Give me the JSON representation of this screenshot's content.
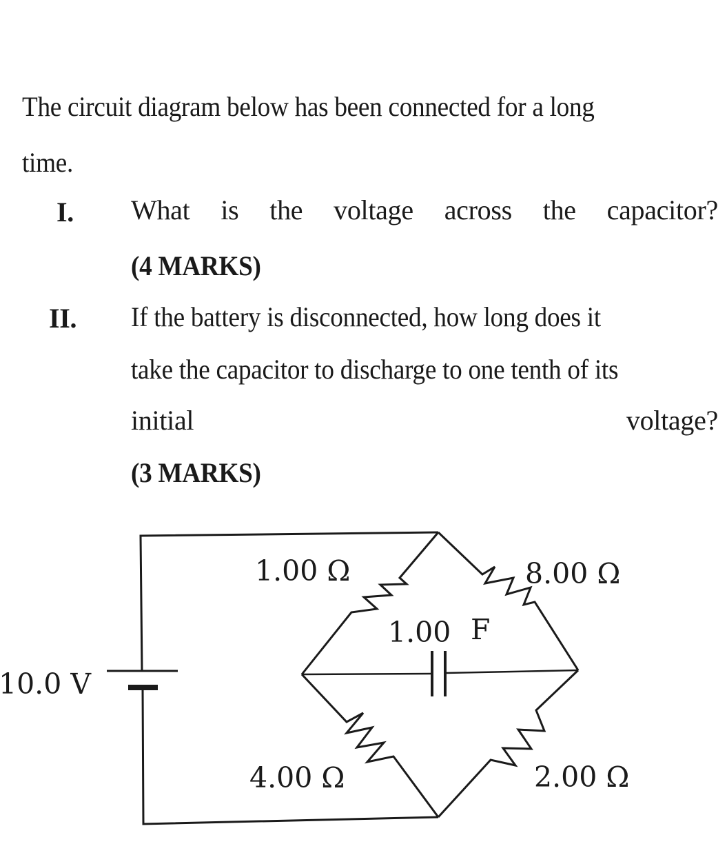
{
  "intro": {
    "line1": "The circuit diagram below has been connected for a long",
    "line2": "time."
  },
  "questions": [
    {
      "numeral": "I.",
      "text_words": [
        "What",
        "is",
        "the",
        "voltage",
        "across",
        "the",
        "capacitor?"
      ],
      "marks": "(4 MARKS)"
    },
    {
      "numeral": "II.",
      "line1": "If the battery is disconnected, how long does it",
      "line2": "take the capacitor to discharge to one tenth of its",
      "line3_left": "initial",
      "line3_right": "voltage?",
      "marks": "(3 MARKS)"
    }
  ],
  "circuit": {
    "battery_label": "10.0 V",
    "resistors": {
      "top_left": "1.00 Ω",
      "top_right": "8.00 Ω",
      "bottom_left": "4.00 Ω",
      "bottom_right": "2.00 Ω"
    },
    "capacitor_label_value": "1.00",
    "capacitor_label_unit": "F",
    "stroke_color": "#1a1a1a"
  }
}
